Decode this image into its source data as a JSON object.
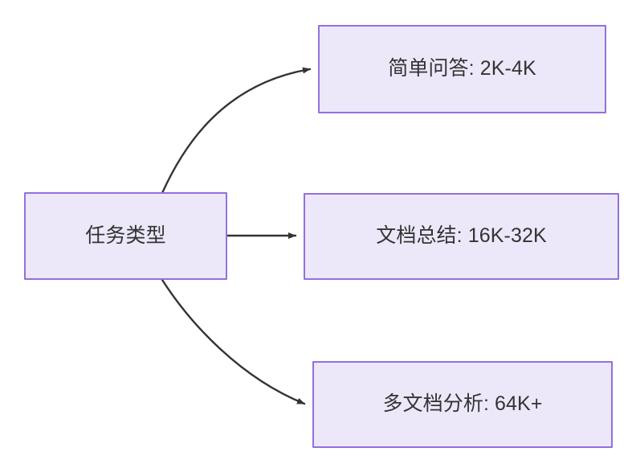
{
  "diagram": {
    "type": "flowchart",
    "direction": "left-to-right",
    "background_color": "#ffffff",
    "node_fill_color": "#ECE8FA",
    "node_border_color": "#9370DB",
    "node_text_color": "#333333",
    "edge_color": "#333333",
    "source_node": {
      "id": "task-type",
      "label": "任务类型"
    },
    "target_nodes": [
      {
        "id": "simple-qa",
        "label": "简单问答: 2K-4K"
      },
      {
        "id": "doc-summary",
        "label": "文档总结: 16K-32K"
      },
      {
        "id": "multi-doc",
        "label": "多文档分析: 64K+"
      }
    ],
    "edges": [
      {
        "id": "edge-to-simple-qa",
        "from": "任务类型",
        "to": "简单问答: 2K-4K",
        "style": "curved-up",
        "arrowhead": "filled-triangle"
      },
      {
        "id": "edge-to-doc-summary",
        "from": "任务类型",
        "to": "文档总结: 16K-32K",
        "style": "straight",
        "arrowhead": "filled-triangle"
      },
      {
        "id": "edge-to-multi-doc",
        "from": "任务类型",
        "to": "多文档分析: 64K+",
        "style": "curved-down",
        "arrowhead": "filled-triangle"
      }
    ]
  }
}
